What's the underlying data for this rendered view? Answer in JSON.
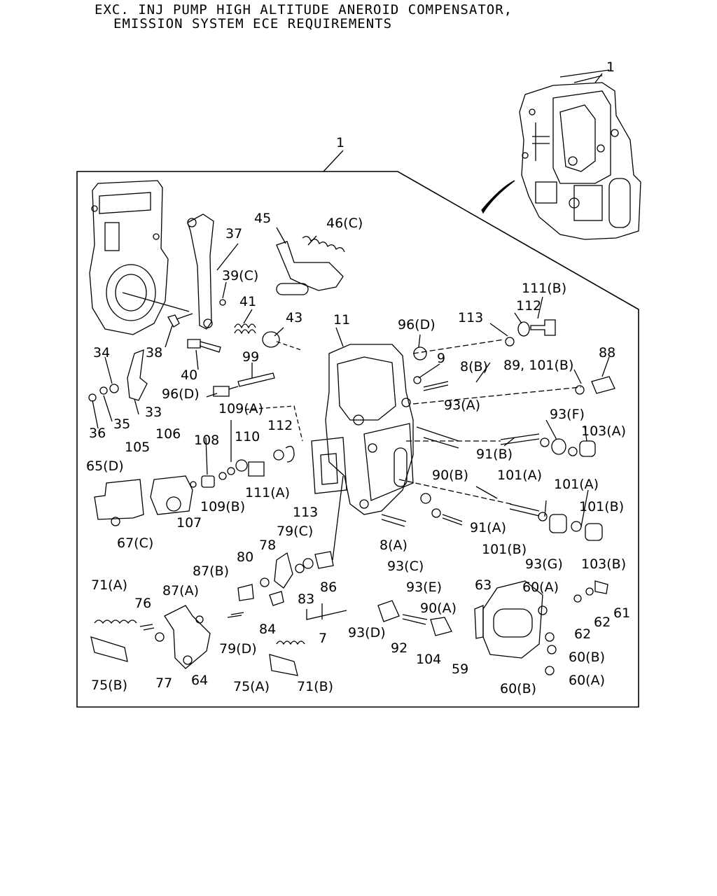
{
  "header": {
    "line1": "EXC. INJ PUMP HIGH ALTITUDE ANEROID COMPENSATOR,",
    "line2": "EMISSION SYSTEM ECE REQUIREMENTS"
  },
  "callouts": {
    "c1_top": "1",
    "c1_frame": "1",
    "c37": "37",
    "c45": "45",
    "c46c": "46(C)",
    "c39c": "39(C)",
    "c41": "41",
    "c43": "43",
    "c38": "38",
    "c40": "40",
    "c34": "34",
    "c33": "33",
    "c36": "36",
    "c35": "35",
    "c99": "99",
    "c96d_l": "96(D)",
    "c109a": "109(A)",
    "c108": "108",
    "c110": "110",
    "c112_l": "112",
    "c106": "106",
    "c105": "105",
    "c65d": "65(D)",
    "c111a": "111(A)",
    "c113_l": "113",
    "c109b": "109(B)",
    "c107": "107",
    "c67c": "67(C)",
    "c11": "11",
    "c96d_r": "96(D)",
    "c113_r": "113",
    "c112_r": "112",
    "c111b": "111(B)",
    "c9": "9",
    "c8b": "8(B)",
    "c89": "89, 101(B)",
    "c88": "88",
    "c93a": "93(A)",
    "c93f": "93(F)",
    "c103a": "103(A)",
    "c91b": "91(B)",
    "c90b": "90(B)",
    "c101a_1": "101(A)",
    "c101a_2": "101(A)",
    "c101b_1": "101(B)",
    "c91a": "91(A)",
    "c8a": "8(A)",
    "c101b_2": "101(B)",
    "c93g": "93(G)",
    "c103b": "103(B)",
    "c93c": "93(C)",
    "c93e": "93(E)",
    "c79c": "79(C)",
    "c78": "78",
    "c80": "80",
    "c87b": "87(B)",
    "c87a": "87(A)",
    "c71a": "71(A)",
    "c76": "76",
    "c86": "86",
    "c83": "83",
    "c84": "84",
    "c79d": "79(D)",
    "c7": "7",
    "c75b": "75(B)",
    "c77": "77",
    "c64": "64",
    "c75a": "75(A)",
    "c71b": "71(B)",
    "c63": "63",
    "c60a_1": "60(A)",
    "c90a": "90(A)",
    "c61": "61",
    "c62_1": "62",
    "c62_2": "62",
    "c93d": "93(D)",
    "c92": "92",
    "c104": "104",
    "c59": "59",
    "c60b_1": "60(B)",
    "c60a_2": "60(A)",
    "c60b_2": "60(B)"
  }
}
